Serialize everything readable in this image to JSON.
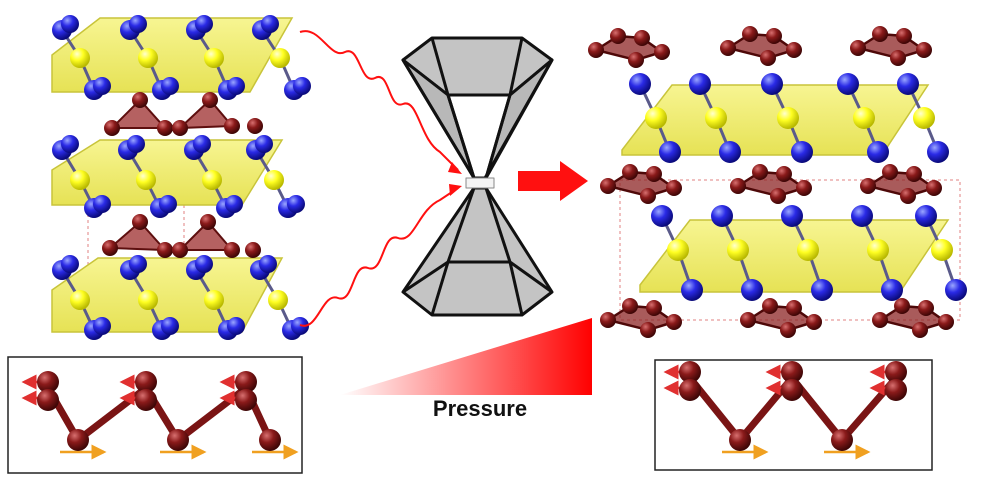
{
  "figure": {
    "pressure_label": "Pressure"
  },
  "colors": {
    "slab": "#f3f07a",
    "slab_edge": "#c8c43a",
    "metal_atom": "#ffff33",
    "anion_atom": "#1a1ad6",
    "chain_atom": "#7a1414",
    "anvil": "#c0c0c0",
    "anvil_edge": "#111111",
    "arrow": "#ff1010",
    "disp_left": "#e03030",
    "disp_right": "#f0a020"
  },
  "legend_icons": [
    "sun-icon",
    "sphere-icon"
  ],
  "panels": {
    "left_structure": "ambient-pressure-structure",
    "right_structure": "high-pressure-structure",
    "left_mode": "phonon-mode-left",
    "right_mode": "phonon-mode-right"
  }
}
